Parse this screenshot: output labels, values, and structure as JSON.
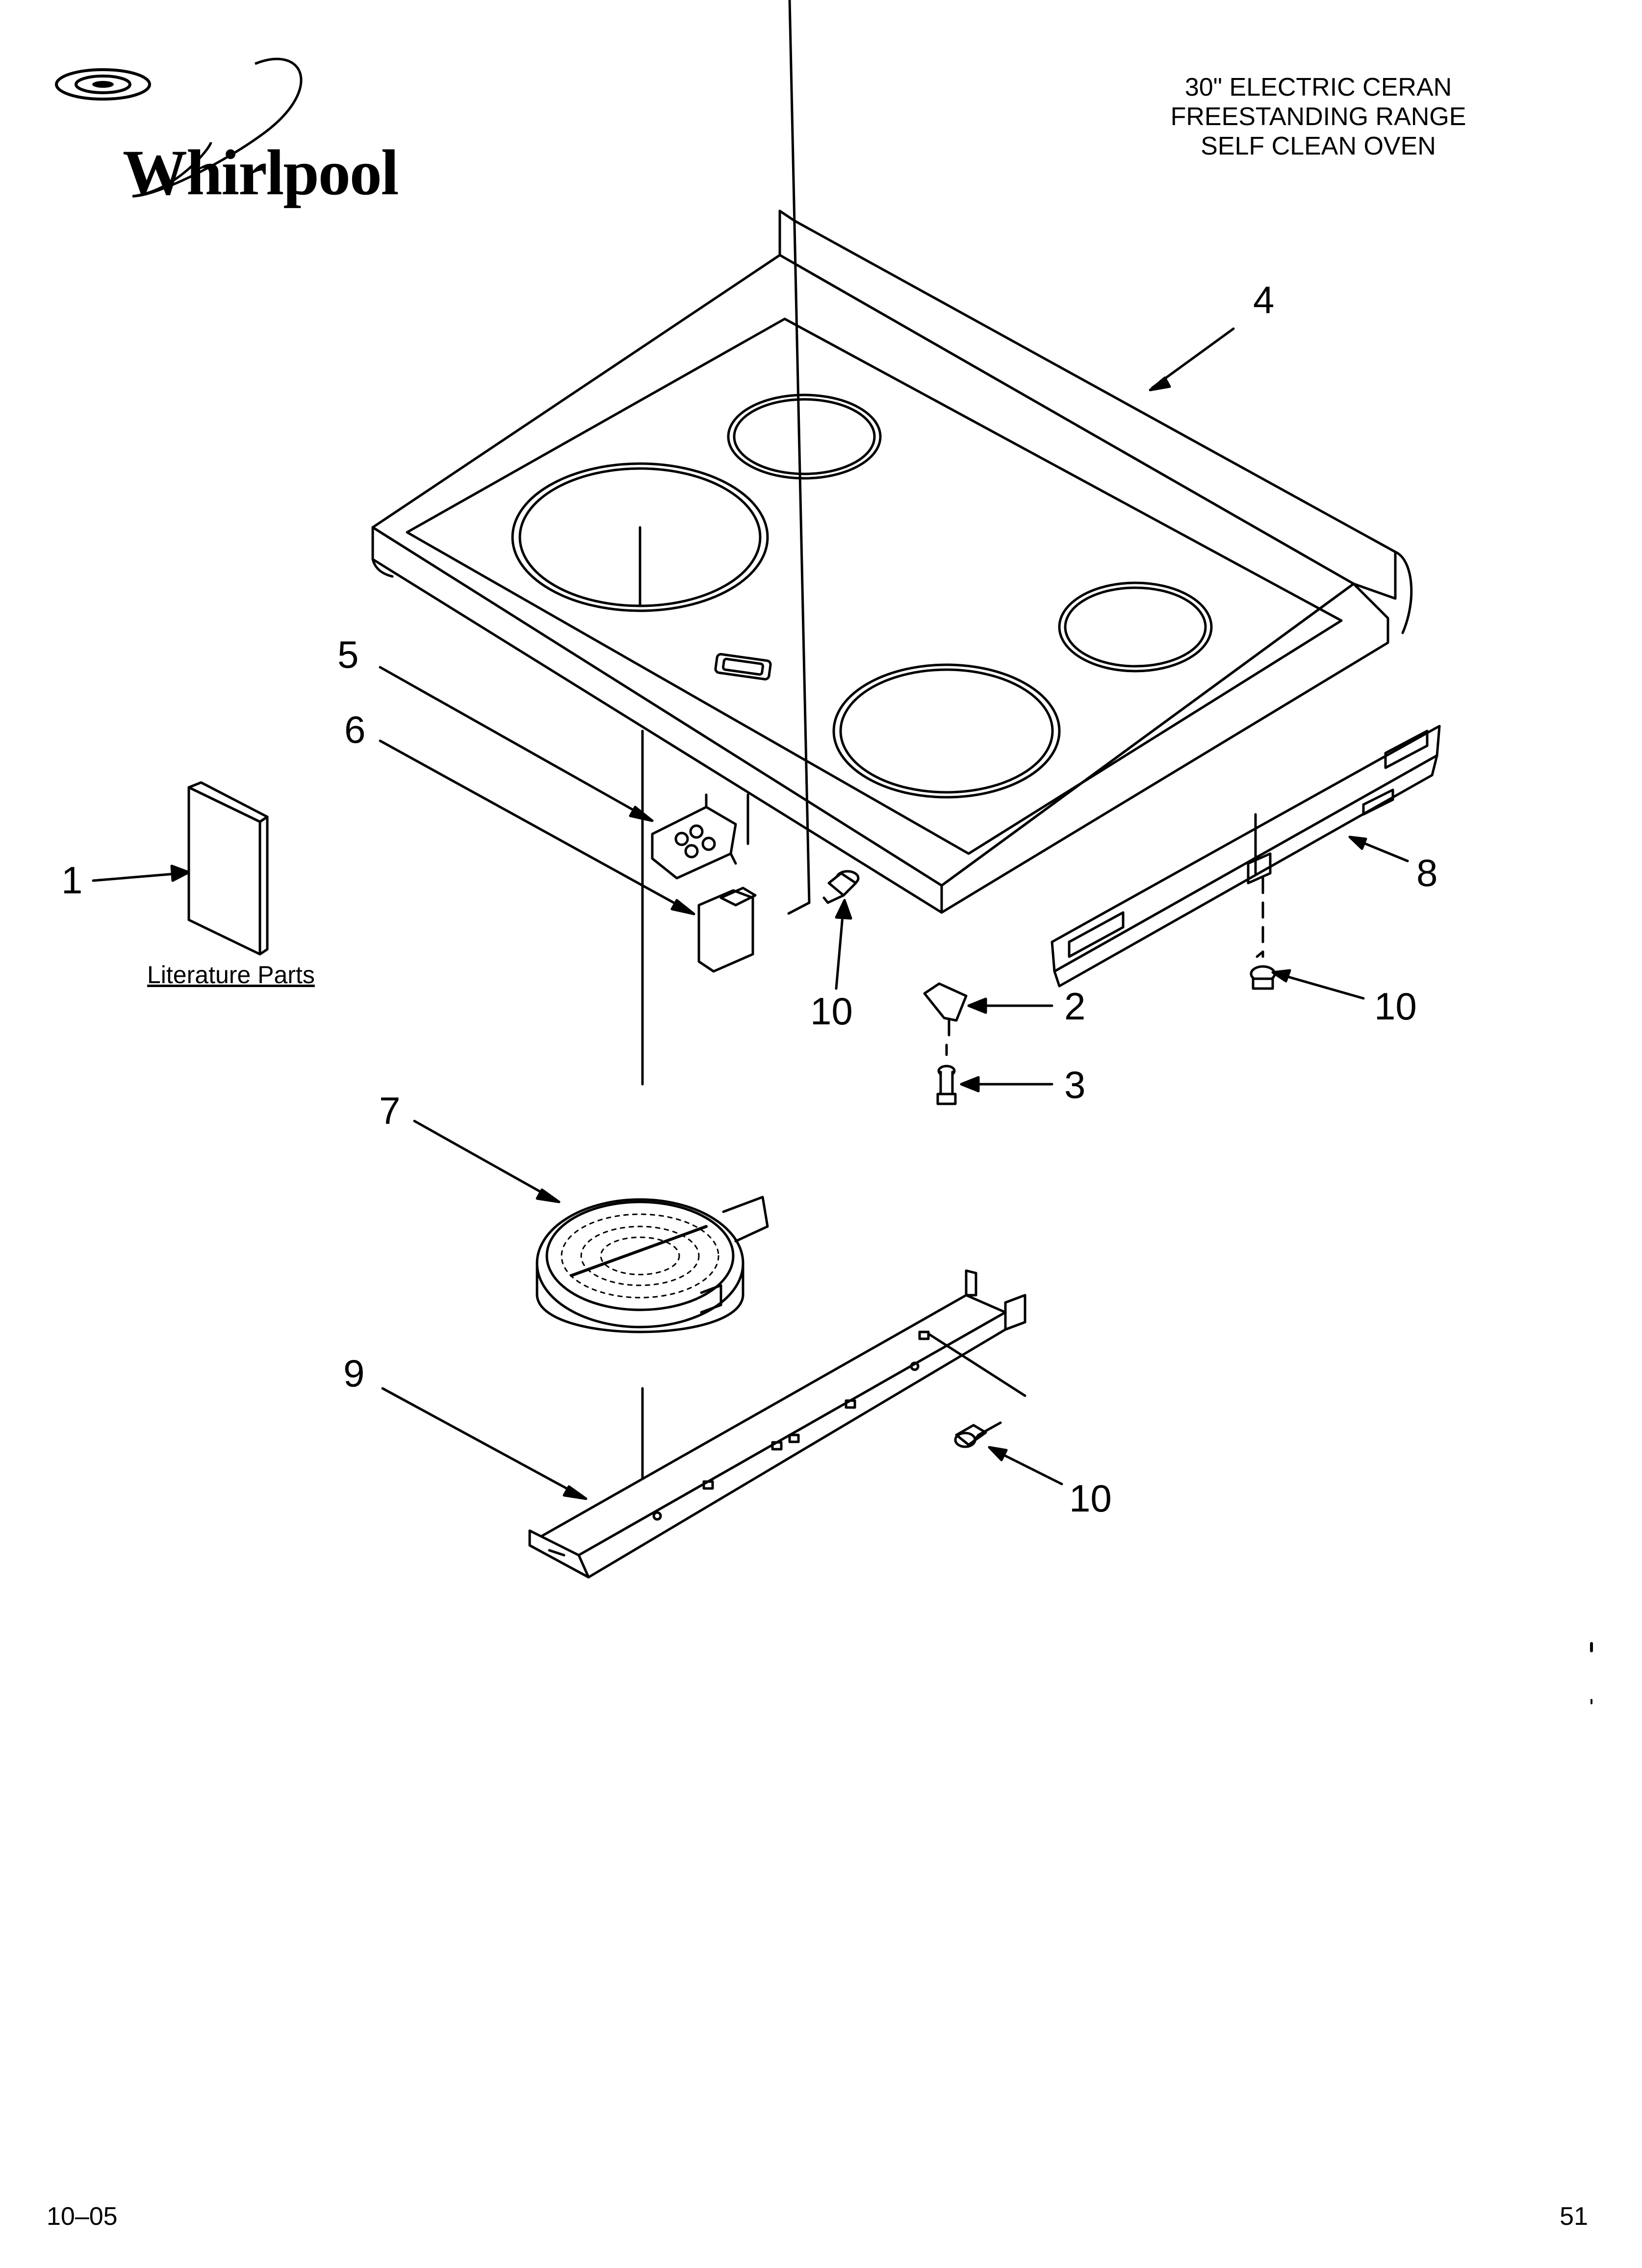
{
  "brand": {
    "logo_text": "Whirlpool"
  },
  "title": {
    "line1": "30\" ELECTRIC CERAN",
    "line2": "FREESTANDING RANGE",
    "line3": "SELF CLEAN OVEN"
  },
  "callouts": {
    "c1": "1",
    "c2": "2",
    "c3": "3",
    "c4": "4",
    "c5": "5",
    "c6": "6",
    "c7": "7",
    "c8": "8",
    "c9": "9",
    "c10a": "10",
    "c10b": "10",
    "c10c": "10"
  },
  "literature_label": "Literature Parts",
  "footer": {
    "date_code": "10–05",
    "page_fragment": "51"
  },
  "colors": {
    "line": "#000000",
    "background": "#ffffff"
  }
}
